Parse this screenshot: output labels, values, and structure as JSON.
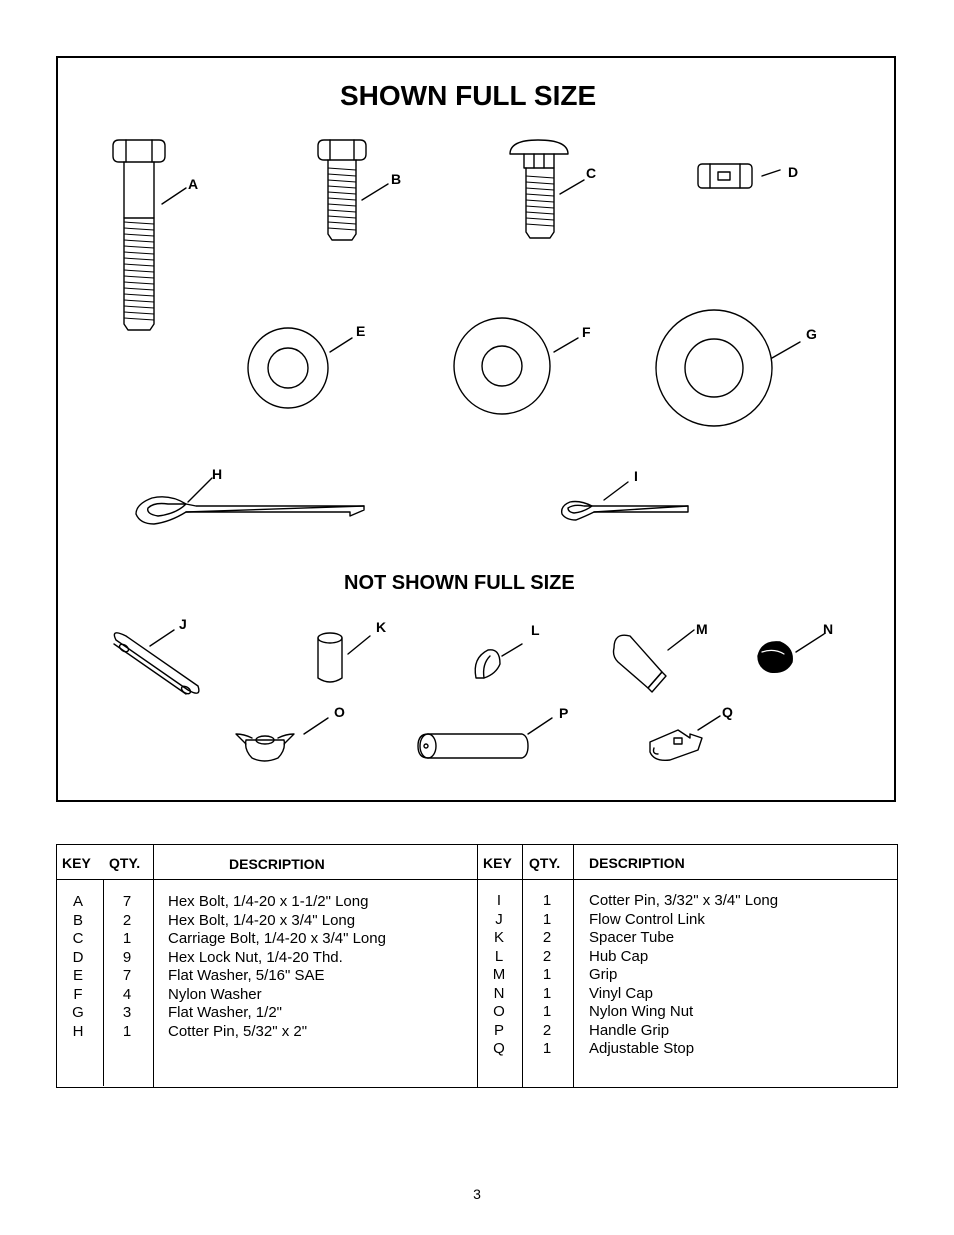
{
  "figure": {
    "title_full": "SHOWN FULL SIZE",
    "title_not_full": "NOT SHOWN FULL SIZE",
    "labels": [
      "A",
      "B",
      "C",
      "D",
      "E",
      "F",
      "G",
      "H",
      "I",
      "J",
      "K",
      "L",
      "M",
      "N",
      "O",
      "P",
      "Q"
    ]
  },
  "table": {
    "headers": {
      "key": "KEY",
      "qty": "QTY.",
      "description": "DESCRIPTION",
      "key2": "KEY",
      "qty2": "QTY.",
      "description2": "DESCRIPTION"
    },
    "left_rows": [
      {
        "key": "A",
        "qty": "7",
        "description": "Hex Bolt, 1/4-20 x 1-1/2\" Long"
      },
      {
        "key": "B",
        "qty": "2",
        "description": "Hex Bolt, 1/4-20 x 3/4\" Long"
      },
      {
        "key": "C",
        "qty": "1",
        "description": "Carriage Bolt, 1/4-20 x 3/4\" Long"
      },
      {
        "key": "D",
        "qty": "9",
        "description": "Hex Lock Nut, 1/4-20 Thd."
      },
      {
        "key": "E",
        "qty": "7",
        "description": "Flat Washer, 5/16\" SAE"
      },
      {
        "key": "F",
        "qty": "4",
        "description": "Nylon Washer"
      },
      {
        "key": "G",
        "qty": "3",
        "description": "Flat Washer, 1/2\""
      },
      {
        "key": "H",
        "qty": "1",
        "description": "Cotter Pin, 5/32\" x 2\""
      }
    ],
    "right_rows": [
      {
        "key": "I",
        "qty": "1",
        "description": "Cotter Pin, 3/32\" x 3/4\" Long"
      },
      {
        "key": "J",
        "qty": "1",
        "description": "Flow Control Link"
      },
      {
        "key": "K",
        "qty": "2",
        "description": "Spacer Tube"
      },
      {
        "key": "L",
        "qty": "2",
        "description": "Hub Cap"
      },
      {
        "key": "M",
        "qty": "1",
        "description": "Grip"
      },
      {
        "key": "N",
        "qty": "1",
        "description": "Vinyl Cap"
      },
      {
        "key": "O",
        "qty": "1",
        "description": "Nylon Wing Nut"
      },
      {
        "key": "P",
        "qty": "2",
        "description": "Handle Grip"
      },
      {
        "key": "Q",
        "qty": "1",
        "description": "Adjustable Stop"
      }
    ]
  },
  "page_number": "3"
}
